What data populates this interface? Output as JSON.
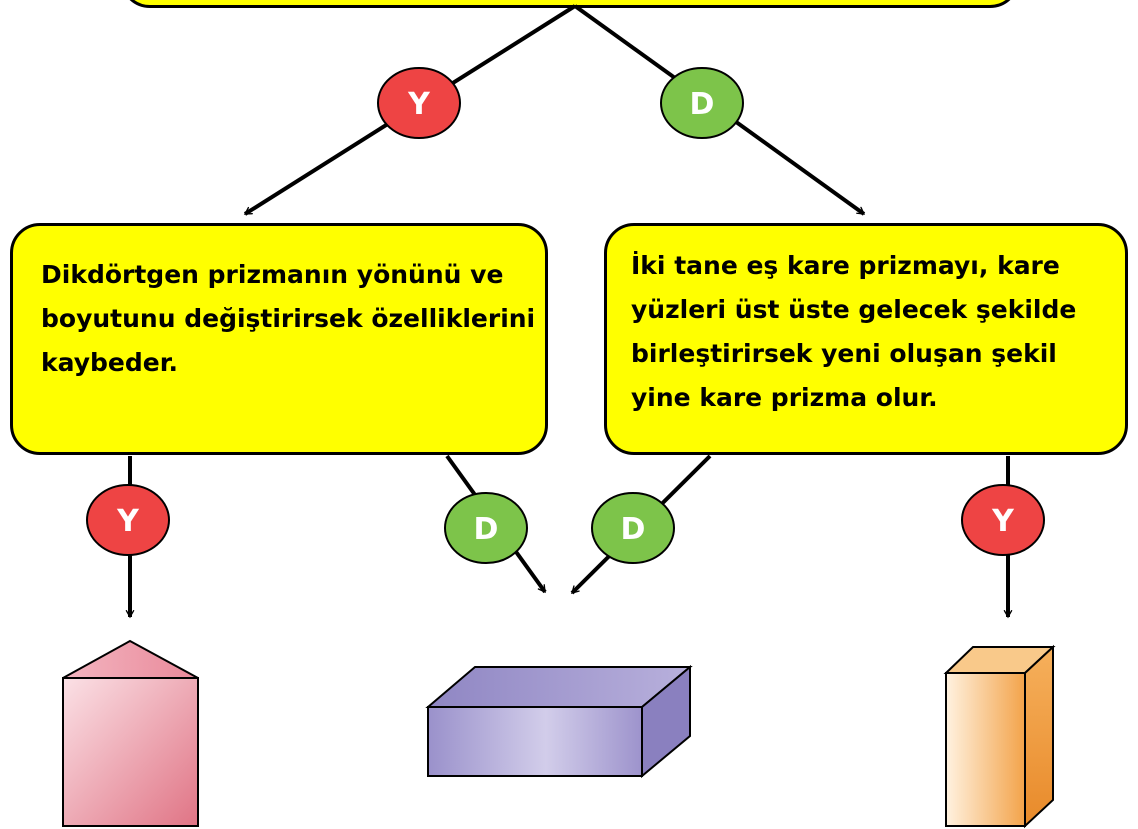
{
  "decision_badges": {
    "top_left": "Y",
    "top_right": "D",
    "left_down": "Y",
    "left_center": "D",
    "right_center": "D",
    "right_down": "Y"
  },
  "statements": {
    "left": "Dikdörtgen prizmanın yönünü ve\nboyutunu değiştirirsek özelliklerini\nkaybeder.",
    "right": "İki tane eş kare prizmayı, kare\nyüzleri üst üste gelecek şekilde\nbirleştirirsek yeni oluşan şekil\nyine kare prizma olur."
  },
  "colors": {
    "box_fill": "#ffff00",
    "badge_Y": "#ee4444",
    "badge_D": "#7dc44a"
  }
}
